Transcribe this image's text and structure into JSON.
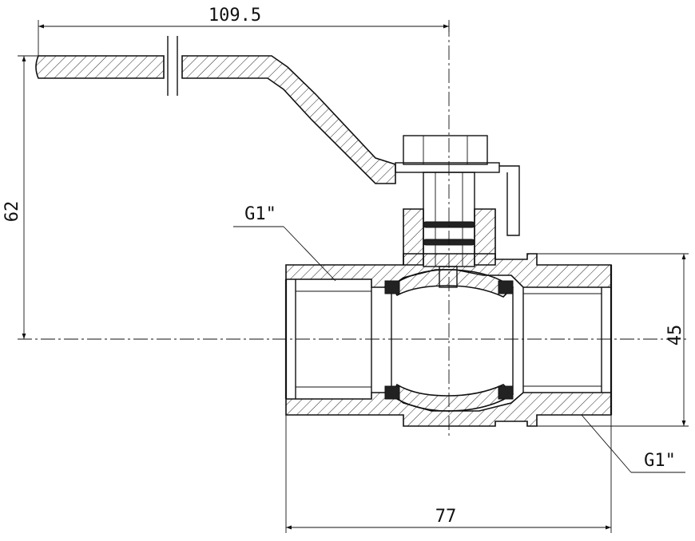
{
  "dimensions": {
    "handle_length": "109.5",
    "total_height": "62",
    "body_height": "45",
    "body_length": "77"
  },
  "threads": {
    "left_port": "G1\"",
    "right_port": "G1\""
  }
}
